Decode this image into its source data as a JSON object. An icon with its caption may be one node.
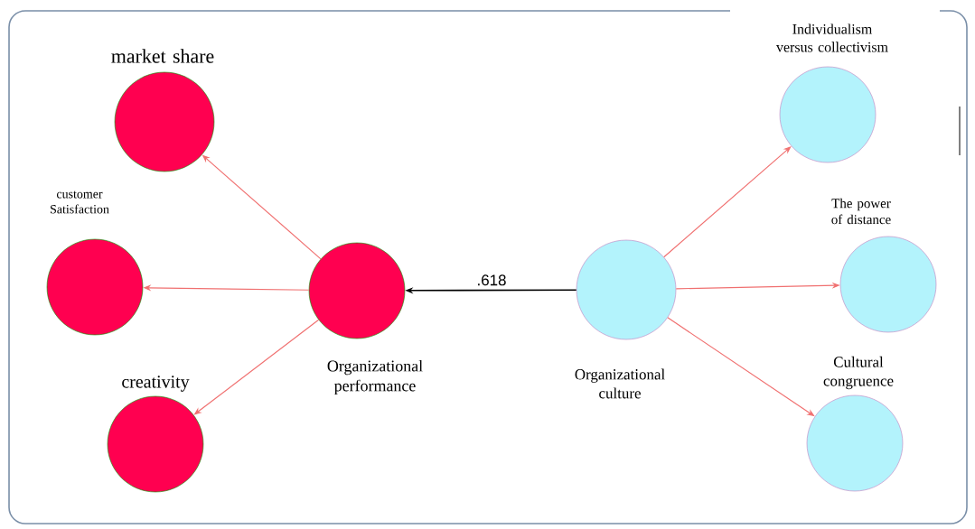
{
  "diagram": {
    "nodes": [
      {
        "text": [],
        "shape": "circle",
        "beside": [
          "market share"
        ]
      },
      {
        "text": [],
        "shape": "circle",
        "beside": [
          "customer Satisfaction"
        ]
      },
      {
        "text": [],
        "shape": "circle",
        "beside": [
          "creativity"
        ]
      },
      {
        "text": [],
        "shape": "circle",
        "beside": [
          "Organizational performance"
        ]
      },
      {
        "text": [],
        "shape": "circle",
        "beside": [
          "Organizational culture"
        ]
      },
      {
        "text": [],
        "shape": "circle",
        "beside": [
          "Individualism versus collectivism"
        ]
      },
      {
        "text": [],
        "shape": "circle",
        "beside": [
          "The power of distance"
        ]
      },
      {
        "text": [],
        "shape": "circle",
        "beside": [
          "Cultural congruence"
        ]
      }
    ],
    "edges": [
      {
        "from": 3,
        "to": 0,
        "arrow": "to"
      },
      {
        "from": 3,
        "to": 1,
        "arrow": "to"
      },
      {
        "from": 3,
        "to": 2,
        "arrow": "to"
      },
      {
        "from": 4,
        "to": 3,
        "arrow": "to",
        "label": ".618",
        "color": "#000000"
      },
      {
        "from": 4,
        "to": 5,
        "arrow": "to"
      },
      {
        "from": 4,
        "to": 6,
        "arrow": "to"
      },
      {
        "from": 4,
        "to": 7,
        "arrow": "to"
      }
    ]
  }
}
